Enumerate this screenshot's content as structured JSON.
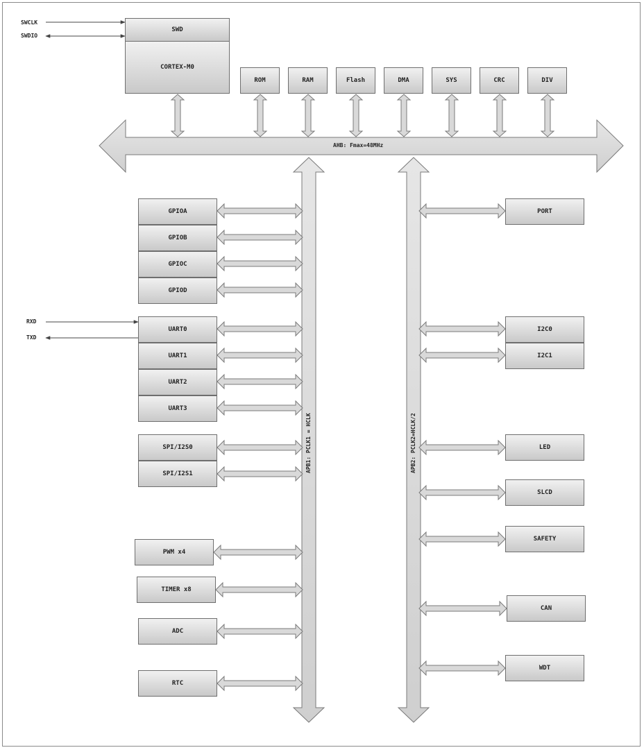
{
  "core": {
    "swd": "SWD",
    "cpu": "CORTEX-M0"
  },
  "signals": {
    "swclk": "SWCLK",
    "swdio": "SWDIO",
    "rxd": "RXD",
    "txd": "TXD"
  },
  "ahb": {
    "label": "AHB: Fmax=48MHz",
    "blocks": [
      "ROM",
      "RAM",
      "Flash",
      "DMA",
      "SYS",
      "CRC",
      "DIV"
    ]
  },
  "apb1": {
    "label": "APB1: PCLK1 = HCLK",
    "gpio": [
      "GPIOA",
      "GPIOB",
      "GPIOC",
      "GPIOD"
    ],
    "uart": [
      "UART0",
      "UART1",
      "UART2",
      "UART3"
    ],
    "spi": [
      "SPI/I2S0",
      "SPI/I2S1"
    ],
    "pwm": "PWM x4",
    "timer": "TIMER x8",
    "adc": "ADC",
    "rtc": "RTC"
  },
  "apb2": {
    "label": "APB2: PCLK2=HCLK/2",
    "port": "PORT",
    "i2c": [
      "I2C0",
      "I2C1"
    ],
    "led": "LED",
    "slcd": "SLCD",
    "safety": "SAFETY",
    "can": "CAN",
    "wdt": "WDT"
  },
  "colors": {
    "fill": "#d9d9d9",
    "stroke": "#7a7a7a",
    "box_top": "#f1f1f1",
    "box_bottom": "#c9c9c9"
  }
}
